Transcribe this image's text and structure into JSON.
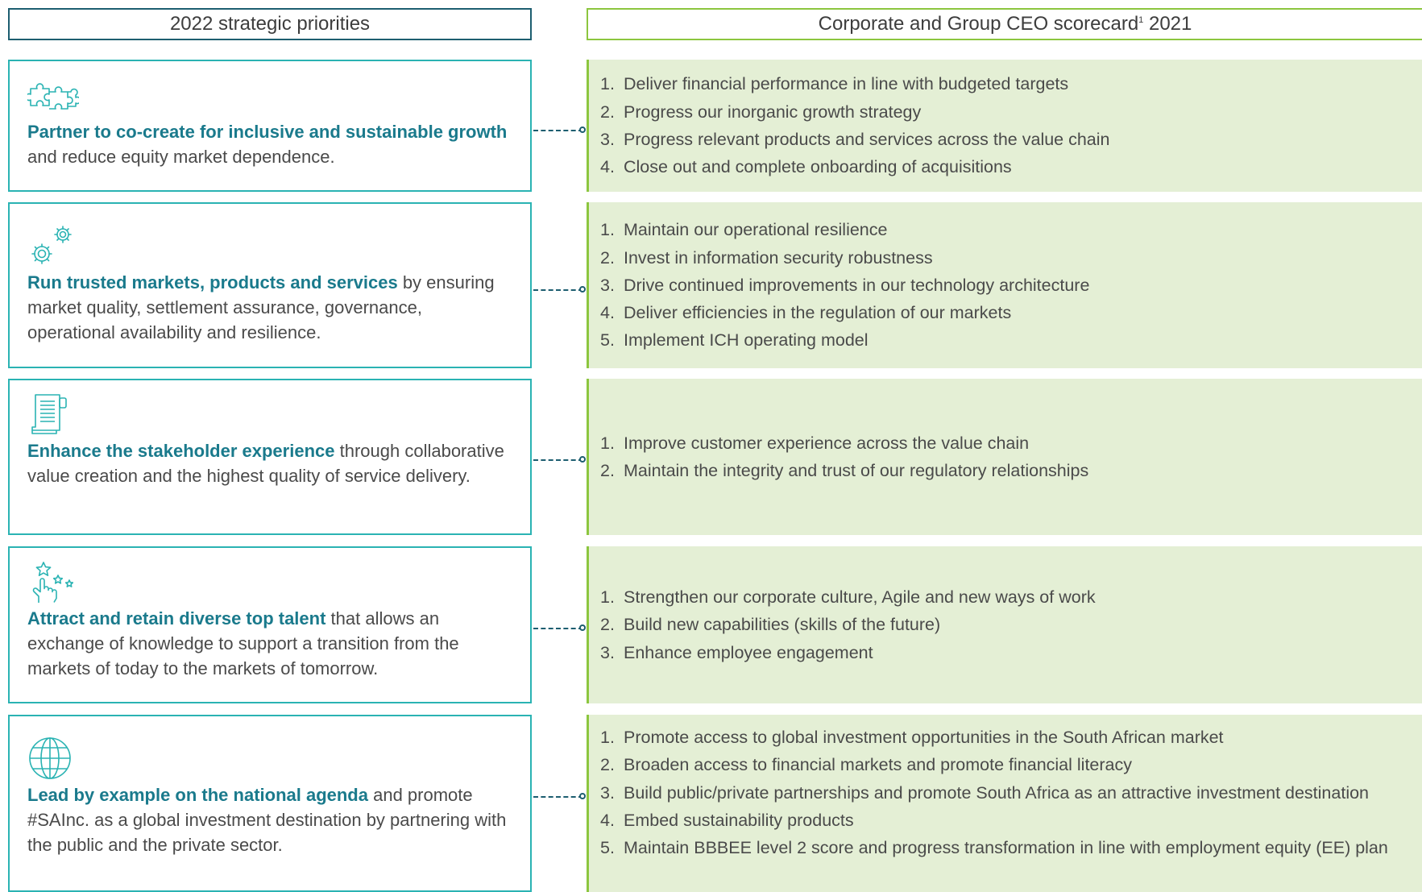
{
  "header": {
    "left_title": "2022 strategic priorities",
    "right_title_main": "Corporate and Group CEO scorecard",
    "right_title_footnote": "1",
    "right_title_year": " 2021"
  },
  "colors": {
    "teal_dark": "#1d5e70",
    "teal": "#2ab3b3",
    "priority_bold": "#1a7a8c",
    "green": "#8cc63f",
    "green_fill": "#e4efd5"
  },
  "priorities": [
    {
      "icon": "puzzle-icon",
      "bold": "Partner to co-create for inclusive and sustainable growth",
      "rest": " and reduce equity market dependence.",
      "scorecard": [
        "Deliver financial performance in line with budgeted targets",
        "Progress our inorganic growth strategy",
        "Progress relevant products and services across the value chain",
        "Close out and complete onboarding of acquisitions"
      ]
    },
    {
      "icon": "gears-icon",
      "bold": "Run trusted markets, products and services",
      "rest": " by ensuring market quality, settlement assurance, governance, operational availability and resilience.",
      "scorecard": [
        "Maintain our operational resilience",
        "Invest in information security robustness",
        "Drive continued improvements in our technology architecture",
        "Deliver efficiencies in the regulation of our markets",
        "Implement ICH operating model"
      ]
    },
    {
      "icon": "document-icon",
      "bold": "Enhance the stakeholder experience",
      "rest": " through collaborative value creation and the highest quality of service delivery.",
      "scorecard": [
        "Improve customer experience across the value chain",
        "Maintain the integrity and trust of our regulatory relationships"
      ]
    },
    {
      "icon": "hand-stars-icon",
      "bold": "Attract and retain diverse top talent",
      "rest": " that allows an exchange of knowledge to support a transition from the markets of today to the markets of tomorrow.",
      "scorecard": [
        "Strengthen our corporate culture, Agile and new ways of work",
        "Build new capabilities (skills of the future)",
        "Enhance employee engagement"
      ]
    },
    {
      "icon": "globe-icon",
      "bold": "Lead by example on the national agenda",
      "rest": " and promote #SAInc. as a global investment destination by partnering with the public and the private sector.",
      "scorecard": [
        "Promote access to global investment opportunities in the South African market",
        "Broaden access to financial markets and promote financial literacy",
        "Build public/private partnerships and promote South Africa as an attractive investment destination",
        "Embed sustainability products",
        "Maintain BBBEE level 2 score and progress transformation in line with employment equity (EE) plan"
      ]
    }
  ]
}
